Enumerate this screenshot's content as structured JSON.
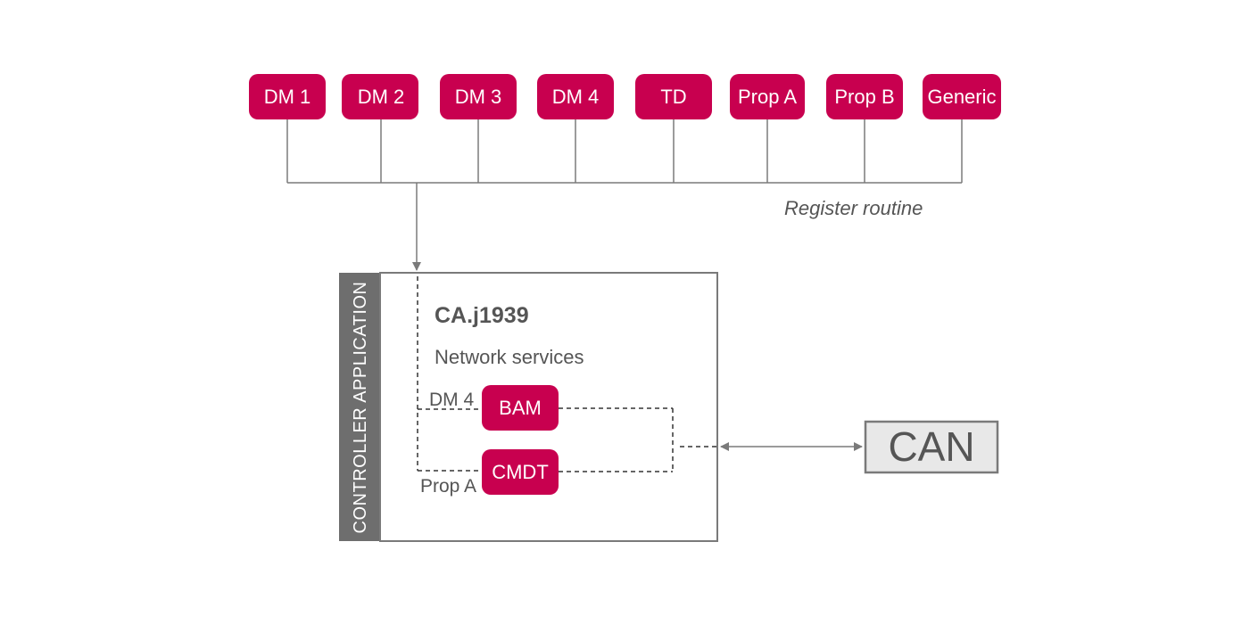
{
  "modules": [
    {
      "label": "DM 1"
    },
    {
      "label": "DM 2"
    },
    {
      "label": "DM 3"
    },
    {
      "label": "DM 4"
    },
    {
      "label": "TD"
    },
    {
      "label": "Prop A"
    },
    {
      "label": "Prop B"
    },
    {
      "label": "Generic"
    }
  ],
  "register_label": "Register routine",
  "controller": {
    "side_label": "CONTROLLER APPLICATION",
    "title": "CA.j1939",
    "subtitle": "Network services",
    "bam_label": "BAM",
    "cmdt_label": "CMDT",
    "dm4_label": "DM 4",
    "propa_label": "Prop A"
  },
  "can_label": "CAN",
  "colors": {
    "accent": "#c8004f",
    "line": "#7a7a7a",
    "text": "#555555",
    "side_bar": "#6e6e6e",
    "can_fill": "#e8e8e8"
  }
}
